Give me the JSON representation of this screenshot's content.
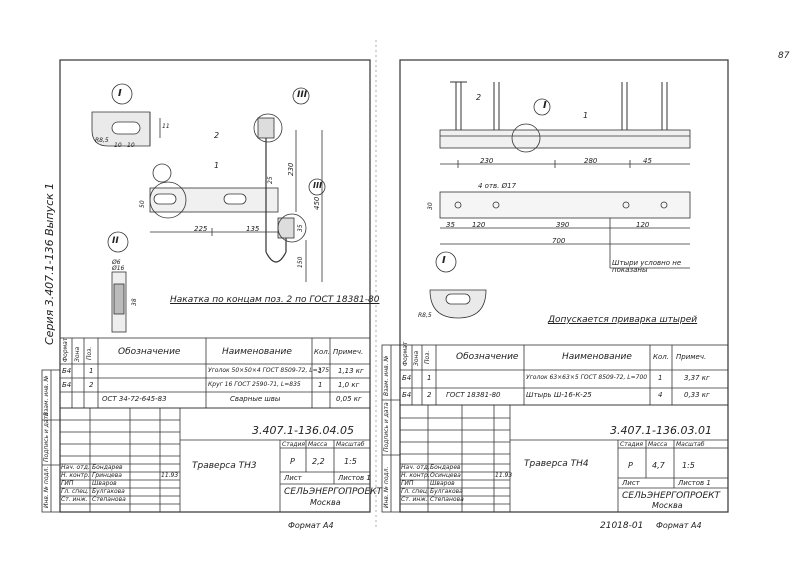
{
  "page_number": "87",
  "series_label": "Серия 3.407.1-136 Выпуск 1",
  "left": {
    "callouts": {
      "c1": "I",
      "c2": "II",
      "c3": "III"
    },
    "leaders": {
      "p1": "1",
      "p2": "2"
    },
    "dims": {
      "d10a": "10",
      "d10b": "10",
      "d11": "11",
      "dR85": "R8,5",
      "d225": "225",
      "d135": "135",
      "d230": "230",
      "d450": "450",
      "d25": "25",
      "d150": "150",
      "d35": "35",
      "d50": "50",
      "dD6": "Ø6",
      "dD16": "Ø16",
      "d38": "38",
      "dIII": "III"
    },
    "note": "Накатка по концам поз. 2 по ГОСТ 18381-80",
    "table": {
      "head": {
        "format": "Формат",
        "zone": "Зона",
        "pos": "Поз.",
        "designation": "Обозначение",
        "name": "Наименование",
        "qty": "Кол.",
        "note": "Примеч."
      },
      "rows": [
        {
          "format": "Б4",
          "pos": "1",
          "designation": "",
          "name": "Уголок 50×50×4 ГОСТ 8509-72, L=375",
          "qty": "1",
          "note": "1,13 кг"
        },
        {
          "format": "Б4",
          "pos": "2",
          "designation": "",
          "name": "Круг 16 ГОСТ 2590-71, L=835",
          "qty": "1",
          "note": "1,0 кг"
        },
        {
          "format": "",
          "pos": "",
          "designation": "ОСТ 34-72-645-83",
          "name": "Сварные швы",
          "qty": "",
          "note": "0,05 кг"
        }
      ]
    },
    "stamp": {
      "code": "3.407.1-136.04.05",
      "title": "Траверса ТН3",
      "stage_h": "Стадия",
      "mass_h": "Масса",
      "scale_h": "Масштаб",
      "stage": "Р",
      "mass": "2,2",
      "scale": "1:5",
      "sheet": "Лист",
      "sheets": "Листов 1",
      "org": "СЕЛЬЭНЕРГОПРОЕКТ",
      "city": "Москва",
      "roles": [
        "Нач. отд.",
        "Н. контр.",
        "ГИП",
        "Гл. спец.",
        "Ст. инж."
      ],
      "names": [
        "Бондарев",
        "Гринцева",
        "Шваров",
        "Булгакова",
        "Степанова"
      ],
      "date": "11.93"
    },
    "side": [
      "Инв. № подл.",
      "Подпись и дата",
      "Взам. инв. №"
    ],
    "format": "Формат А4"
  },
  "right": {
    "callouts": {
      "c1": "I",
      "c1b": "I"
    },
    "leaders": {
      "p1": "1",
      "p2": "2"
    },
    "dims": {
      "d230": "230",
      "d280": "280",
      "d45": "45",
      "holes": "4 отв. Ø17",
      "d30": "30",
      "d35": "35",
      "d120a": "120",
      "d390": "390",
      "d120b": "120",
      "d700": "700",
      "dR85": "R8,5"
    },
    "bolts_note": "Штыри условно не показаны",
    "weld_note": "Допускается приварка штырей",
    "table": {
      "head": {
        "format": "Формат",
        "zone": "Зона",
        "pos": "Поз.",
        "designation": "Обозначение",
        "name": "Наименование",
        "qty": "Кол.",
        "note": "Примеч."
      },
      "rows": [
        {
          "format": "Б4",
          "pos": "1",
          "designation": "",
          "name": "Уголок 63×63×5 ГОСТ 8509-72, L=700",
          "qty": "1",
          "note": "3,37 кг"
        },
        {
          "format": "Б4",
          "pos": "2",
          "designation": "ГОСТ 18381-80",
          "name": "Штырь Ш-16-К-25",
          "qty": "4",
          "note": "0,33 кг"
        }
      ]
    },
    "stamp": {
      "code": "3.407.1-136.03.01",
      "title": "Траверса ТН4",
      "stage_h": "Стадия",
      "mass_h": "Масса",
      "scale_h": "Масштаб",
      "stage": "Р",
      "mass": "4,7",
      "scale": "1:5",
      "sheet": "Лист",
      "sheets": "Листов 1",
      "org": "СЕЛЬЭНЕРГОПРОЕКТ",
      "city": "Москва",
      "roles": [
        "Нач. отд.",
        "Н. контр.",
        "ГИП",
        "Гл. спец.",
        "Ст. инж."
      ],
      "names": [
        "Бондарев",
        "Осинцева",
        "Шваров",
        "Булгакова",
        "Степанова"
      ],
      "date": "11.93"
    },
    "side": [
      "Инв. № подл.",
      "Подпись и дата",
      "Взам. инв. №"
    ],
    "format": "Формат А4",
    "doc_number": "21018-01"
  }
}
